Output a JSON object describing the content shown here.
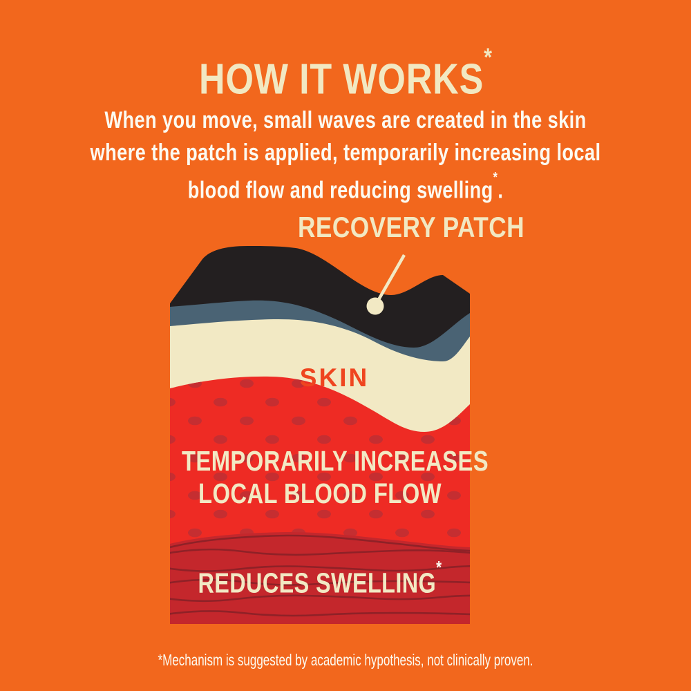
{
  "header": {
    "title": "HOW IT WORKS",
    "title_asterisk": "*"
  },
  "intro": {
    "line1": "When you move, small waves are created in the skin",
    "line2": "where the patch is applied, temporarily increasing local",
    "line3": "blood flow and reducing swelling",
    "asterisk": "*",
    "period": "."
  },
  "diagram": {
    "patch_label": "RECOVERY PATCH",
    "skin_label": "SKIN",
    "blood_flow_line1": "TEMPORARILY INCREASES",
    "blood_flow_line2": "LOCAL BLOOD FLOW",
    "swelling_label": "REDUCES SWELLING",
    "swelling_asterisk": "*"
  },
  "footer": {
    "disclaimer": "*Mechanism is suggested by academic hypothesis, not clinically proven."
  },
  "colors": {
    "background_orange": "#F2671D",
    "title_cream": "#F2E8C2",
    "body_white": "#FCFAF1",
    "patch_black": "#231F20",
    "under_patch_slate": "#4A6374",
    "skin_cream": "#F2E9C4",
    "blood_flow_red": "#EE2B24",
    "blood_dot_red": "#C52E31",
    "swelling_dark_red": "#C4272C",
    "swelling_line_red": "#8F2127",
    "skin_label_red": "#EF451F"
  }
}
